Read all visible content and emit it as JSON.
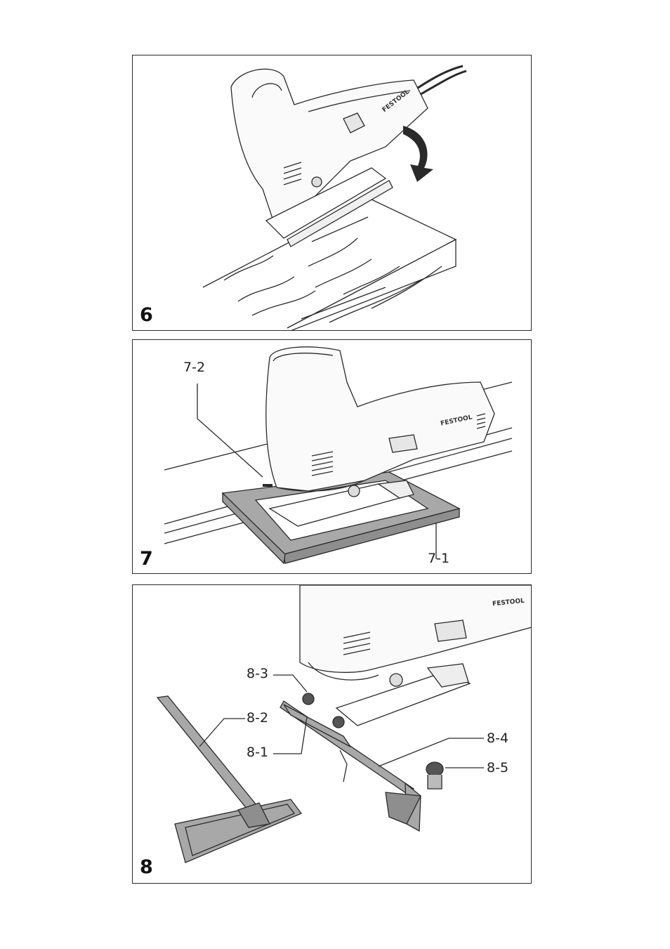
{
  "brand": "FESTOOL",
  "figures": [
    {
      "number": "6",
      "callouts": []
    },
    {
      "number": "7",
      "callouts": [
        "7-2",
        "7-1"
      ]
    },
    {
      "number": "8",
      "callouts": [
        "8-3",
        "8-2",
        "8-1",
        "8-4",
        "8-5"
      ]
    }
  ],
  "colors": {
    "line": "#2a2a2a",
    "grey_part": "#a8a8a8",
    "tool_fill": "#fafafa"
  }
}
